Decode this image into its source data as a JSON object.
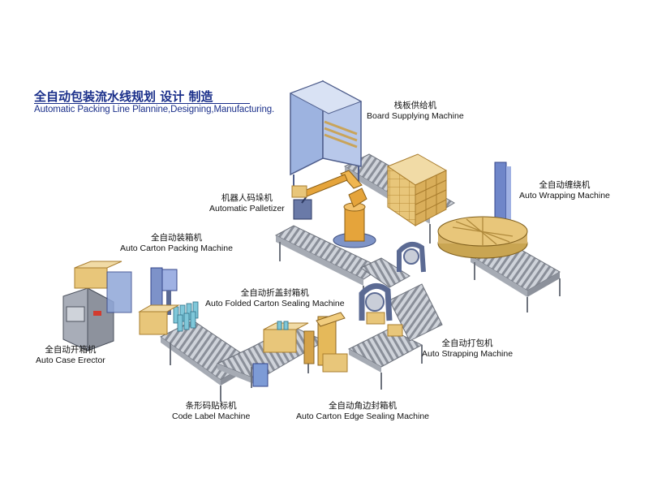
{
  "title": {
    "chinese": "全自动包装流水线规划 设计 制造",
    "english": "Automatic Packing Line Plannine,Designing,Manufacturing."
  },
  "machines": {
    "board_supplying": {
      "cn": "栈板供给机",
      "en": "Board Supplying Machine"
    },
    "auto_wrapping": {
      "cn": "全自动缠绕机",
      "en": "Auto Wrapping Machine"
    },
    "palletizer": {
      "cn": "机器人码垛机",
      "en": "Automatic Palletizer"
    },
    "carton_packing": {
      "cn": "全自动装箱机",
      "en": "Auto Carton Packing Machine"
    },
    "folded_carton_sealing": {
      "cn": "全自动折盖封箱机",
      "en": "Auto Folded Carton Sealing Machine"
    },
    "case_erector": {
      "cn": "全自动开箱机",
      "en": "Auto Case Erector"
    },
    "strapping": {
      "cn": "全自动打包机",
      "en": "Auto Strapping Machine"
    },
    "code_label": {
      "cn": "条形码贴标机",
      "en": "Code Label Machine"
    },
    "edge_sealing": {
      "cn": "全自动角边封箱机",
      "en": "Auto Carton Edge Sealing Machine"
    }
  },
  "colors": {
    "title": "#1a2f8a",
    "conveyor": "#c8ccd4",
    "roller": "#7d828c",
    "frame": "#5e6d96",
    "carton": "#e8c67a",
    "carton_dark": "#c49a3f",
    "machine_blue": "#8fa6d8",
    "machine_grey": "#a9aeb8",
    "bottle": "#7fc7d9"
  }
}
